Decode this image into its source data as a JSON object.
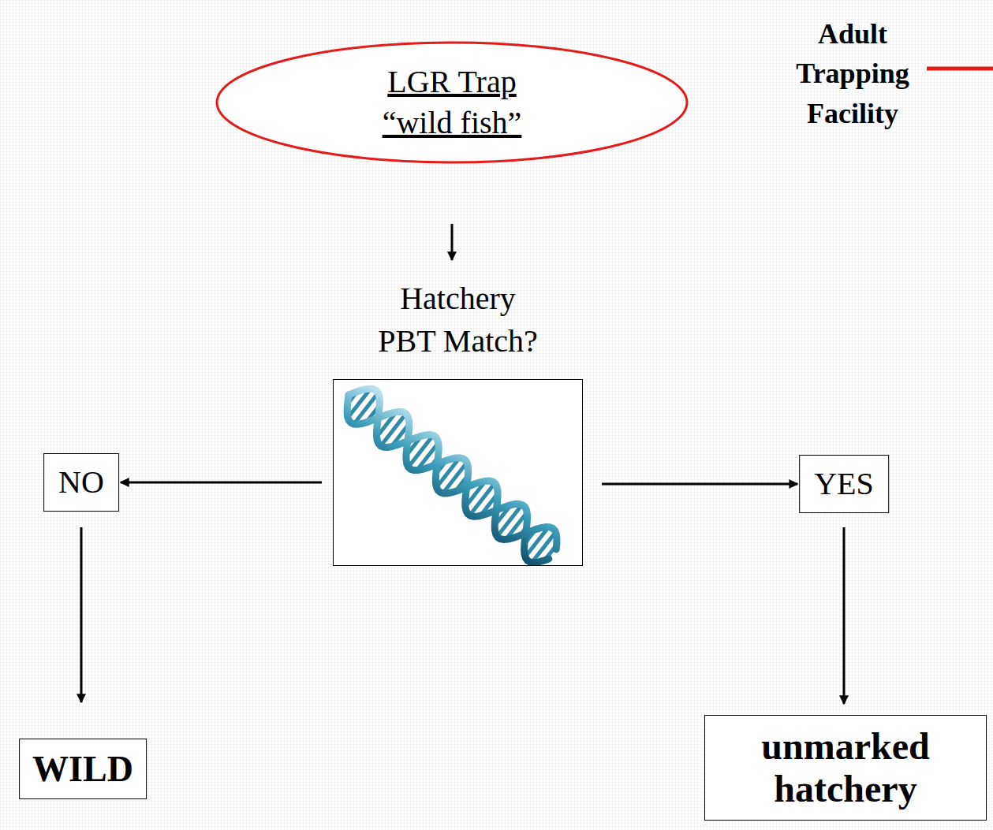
{
  "diagram": {
    "nodes": [
      {
        "text": [
          "LGR Trap",
          "“wild fish”"
        ]
      },
      {
        "text": [
          "Hatchery",
          "PBT Match?"
        ]
      },
      {
        "text": [
          "NO"
        ]
      },
      {
        "text": [
          "YES"
        ]
      },
      {
        "text": [
          "WILD"
        ]
      },
      {
        "text": [
          "unmarked hatchery"
        ]
      }
    ],
    "edges": [
      {
        "from": 0,
        "to": 1,
        "arrow": "to"
      },
      {
        "from": 1,
        "to": 2,
        "arrow": "to"
      },
      {
        "from": 1,
        "to": 3,
        "arrow": "to"
      },
      {
        "from": 2,
        "to": 4,
        "arrow": "to"
      },
      {
        "from": 3,
        "to": 5,
        "arrow": "to"
      }
    ],
    "labels": [
      "Adult Trapping Facility"
    ]
  }
}
